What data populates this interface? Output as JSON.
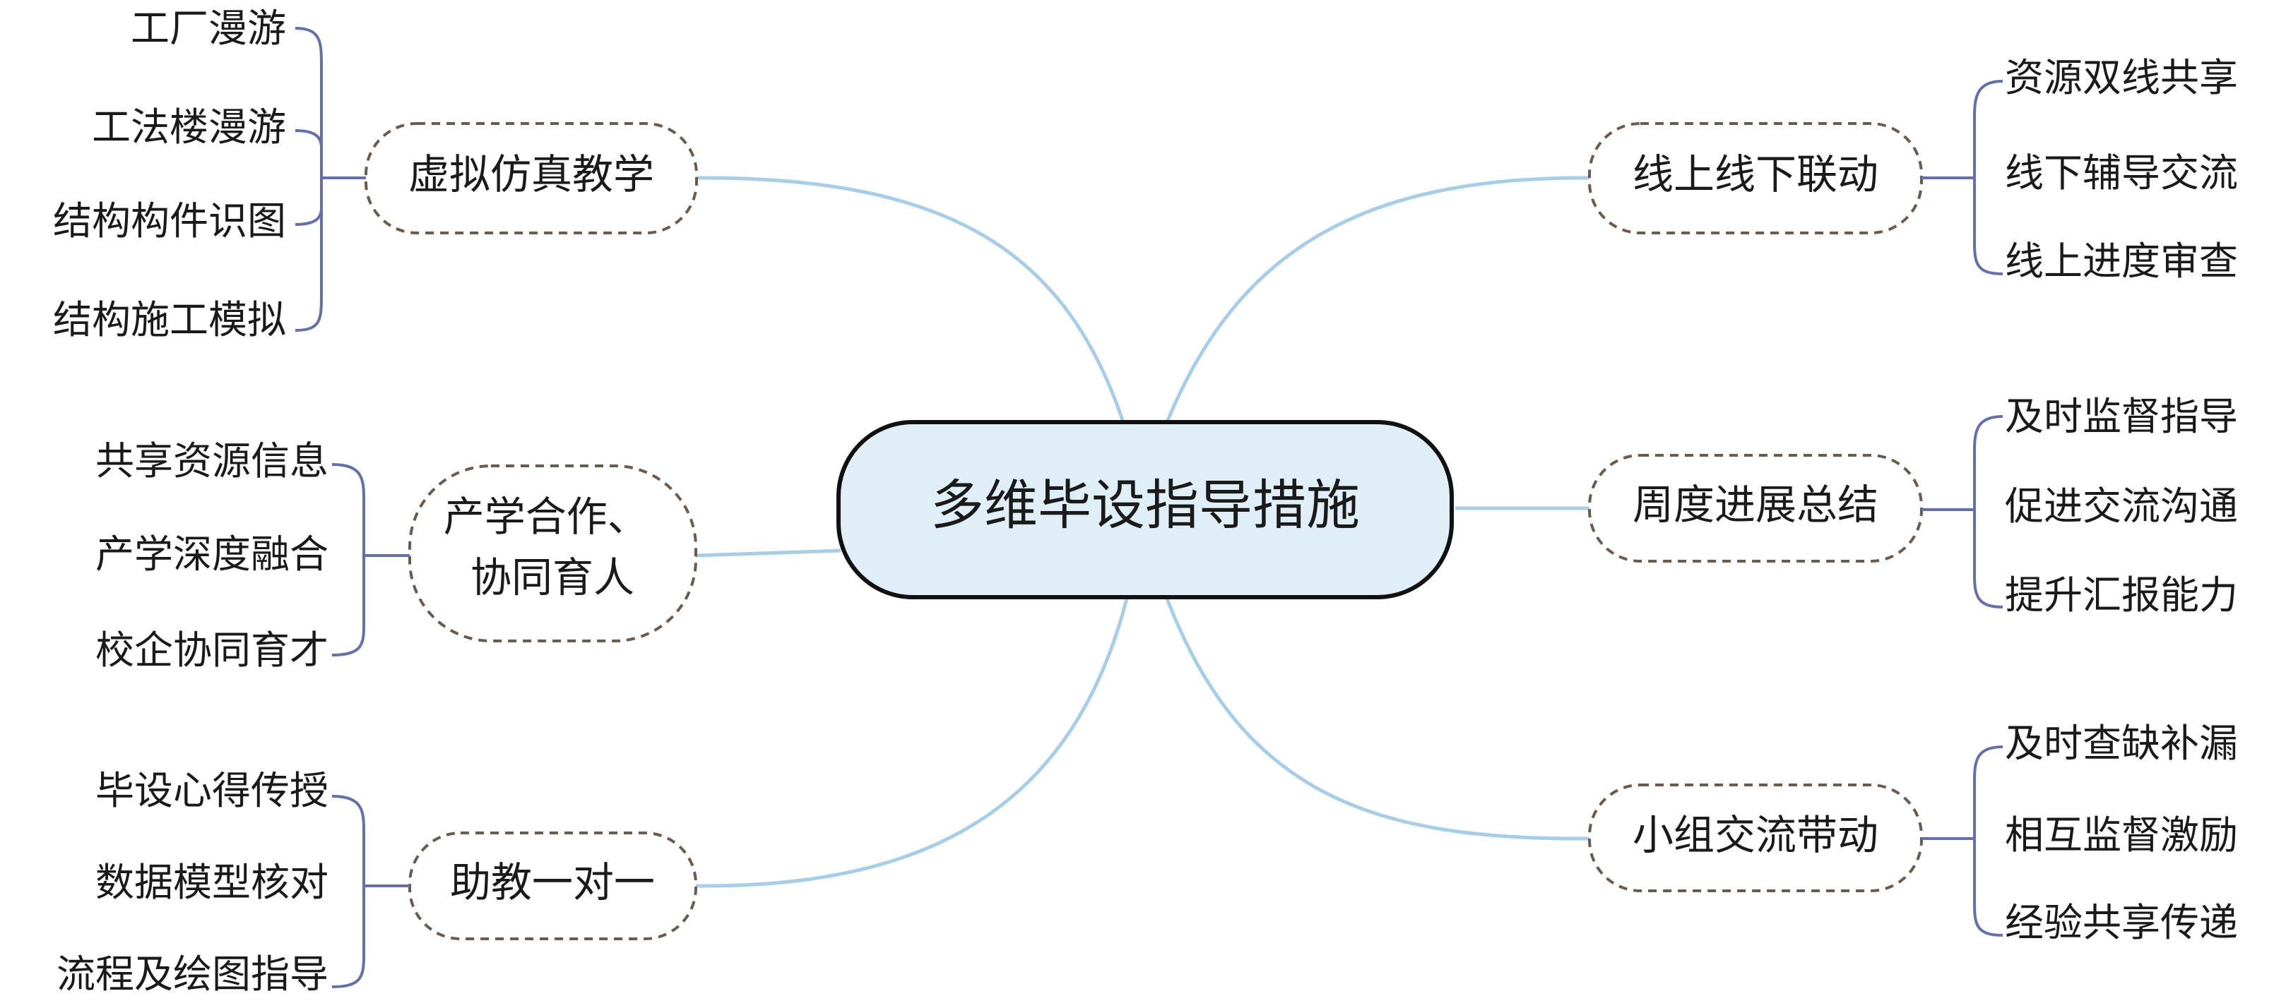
{
  "central": {
    "label": "多维毕设指导措施"
  },
  "branches": [
    {
      "label": [
        "虚拟仿真教学"
      ],
      "leaves": [
        "工厂漫游",
        "工法楼漫游",
        "结构构件识图",
        "结构施工模拟"
      ]
    },
    {
      "label": [
        "产学合作、",
        "协同育人"
      ],
      "leaves": [
        "共享资源信息",
        "产学深度融合",
        "校企协同育才"
      ]
    },
    {
      "label": [
        "助教一对一"
      ],
      "leaves": [
        "毕设心得传授",
        "数据模型核对",
        "流程及绘图指导"
      ]
    },
    {
      "label": [
        "线上线下联动"
      ],
      "leaves": [
        "资源双线共享",
        "线下辅导交流",
        "线上进度审查"
      ]
    },
    {
      "label": [
        "周度进展总结"
      ],
      "leaves": [
        "及时监督指导",
        "促进交流沟通",
        "提升汇报能力"
      ]
    },
    {
      "label": [
        "小组交流带动"
      ],
      "leaves": [
        "及时查缺补漏",
        "相互监督激励",
        "经验共享传递"
      ]
    }
  ],
  "colors": {
    "center_fill": "#dfeef7",
    "center_stroke": "#111111",
    "curve": "#a8cde6",
    "bracket": "#6670a8",
    "node_border": "#6b5a4e"
  }
}
